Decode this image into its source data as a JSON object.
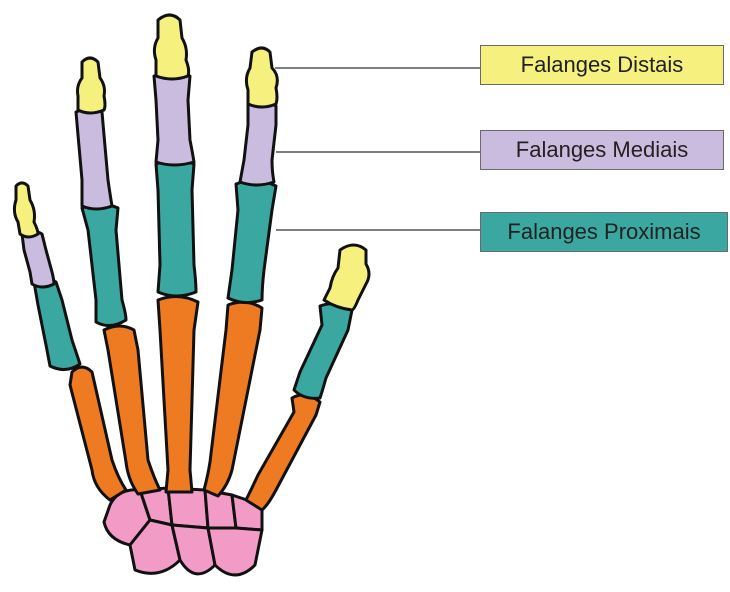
{
  "labels": {
    "distal": "Falanges Distais",
    "medial": "Falanges Mediais",
    "proximal": "Falanges Proximais"
  },
  "bones": [
    {
      "name": "distal-phalanx",
      "parts": 5,
      "color": "#f6f07e"
    },
    {
      "name": "middle-phalanx",
      "parts": 4,
      "color": "#c9bcdf"
    },
    {
      "name": "proximal-phalanx",
      "parts": 5,
      "color": "#3aa8a0"
    },
    {
      "name": "metacarpal",
      "parts": 5,
      "color": "#ee7a22"
    },
    {
      "name": "carpal",
      "parts": 8,
      "color": "#f19bc6"
    }
  ],
  "colors": {
    "outline": "#111111",
    "leader_line": "#555555",
    "distal_box": "#f6f07e",
    "medial_box": "#c9bcdf",
    "proximal_box": "#3aa8a0"
  }
}
